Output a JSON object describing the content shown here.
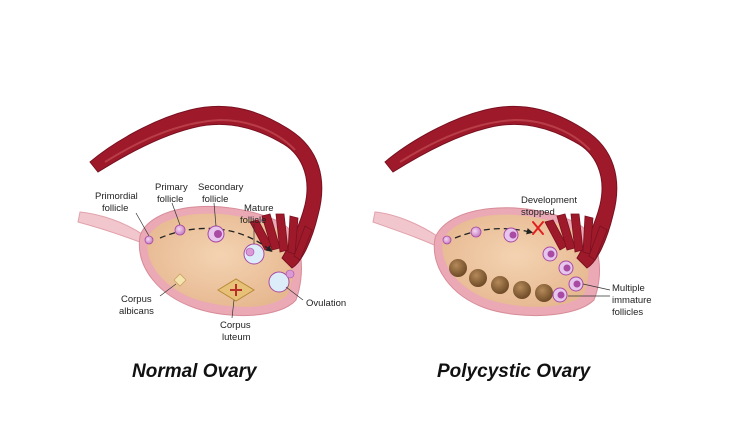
{
  "colors": {
    "tube": "#9e1a2a",
    "tube_light": "#c24a4a",
    "ovary_fill": "#efc69f",
    "ovary_rim": "#e9a9b4",
    "ligament": "#f1c6cc",
    "follicle": "#d99ad6",
    "follicle_core": "#a94aa3",
    "mature_fill": "#dcecf8",
    "corpus_luteum": "#e8c178",
    "cyst": "#8a6238",
    "stop_mark": "#e02020"
  },
  "normal": {
    "title": "Normal Ovary",
    "labels": {
      "primordial": [
        "Primordial",
        "follicle"
      ],
      "primary": [
        "Primary",
        "follicle"
      ],
      "secondary": [
        "Secondary",
        "follicle"
      ],
      "mature": [
        "Mature",
        "follicle"
      ],
      "ovulation": [
        "Ovulation"
      ],
      "albicans": [
        "Corpus",
        "albicans"
      ],
      "luteum": [
        "Corpus",
        "luteum"
      ]
    }
  },
  "polycystic": {
    "title": "Polycystic Ovary",
    "labels": {
      "development": [
        "Development",
        "stopped"
      ],
      "immature": [
        "Multiple",
        "immature",
        "follicles"
      ]
    }
  },
  "icons": {
    "stop_mark": "x-mark-icon",
    "pathway": "dashed-arrow-icon"
  }
}
